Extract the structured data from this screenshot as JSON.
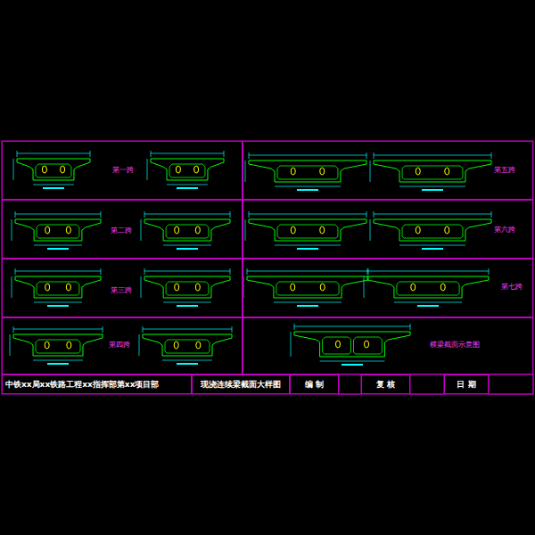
{
  "diagram": {
    "nodes": [
      {
        "text": [
          "第一跨"
        ]
      },
      {
        "text": [
          "第五跨"
        ]
      },
      {
        "text": [
          "第二跨"
        ]
      },
      {
        "text": [
          "第六跨"
        ]
      },
      {
        "text": [
          "第三跨"
        ]
      },
      {
        "text": [
          "第七跨"
        ]
      },
      {
        "text": [
          "第四跨"
        ]
      },
      {
        "text": [
          "横梁截面示意图"
        ]
      },
      {
        "text": [
          "中铁xx局xx铁路工程xx指挥部第xx项目部"
        ]
      },
      {
        "text": [
          "现浇连续梁截面大样图"
        ]
      },
      {
        "text": [
          "编 制"
        ]
      },
      {
        "text": [
          "复 核"
        ]
      },
      {
        "text": [
          "日 期"
        ]
      }
    ]
  }
}
